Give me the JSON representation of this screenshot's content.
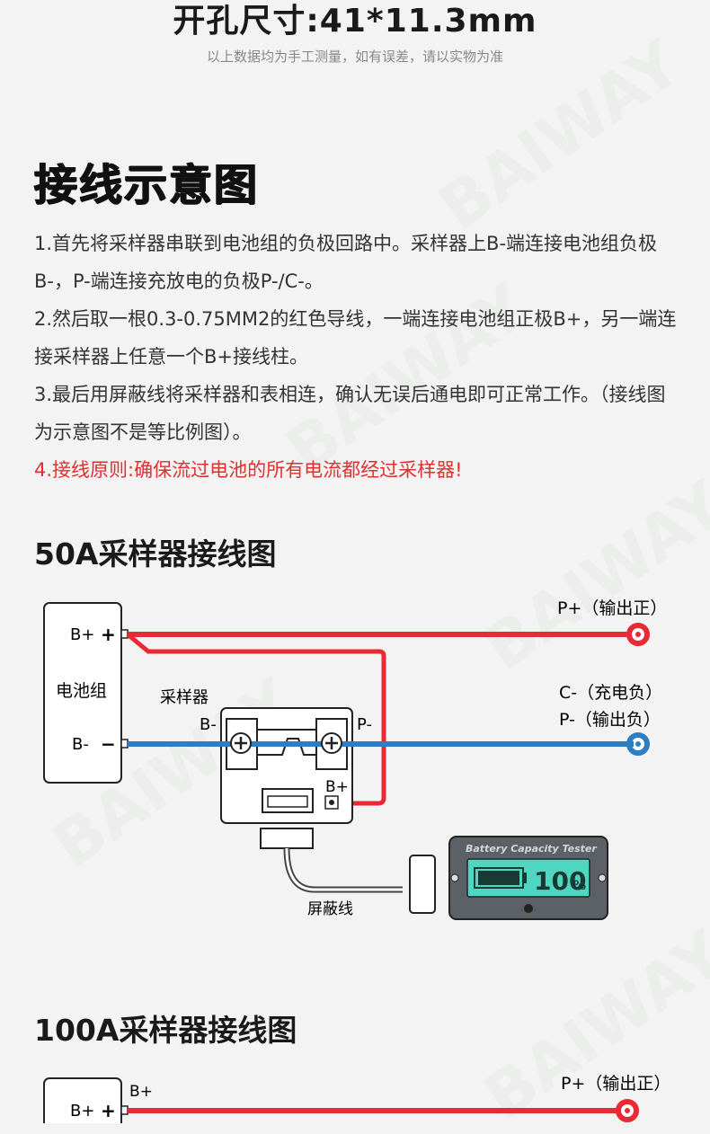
{
  "header": {
    "size_title": "开孔尺寸:41*11.3mm",
    "size_note": "以上数据均为手工测量，如有误差，请以实物为准"
  },
  "section": {
    "title": "接线示意图",
    "instructions": [
      "1.首先将采样器串联到电池组的负极回路中。采样器上B-端连接电池组负极B-，P-端连接充放电的负极P-/C-。",
      "2.然后取一根0.3-0.75MM2的红色导线，一端连接电池组正极B+，另一端连接采样器上任意一个B+接线柱。",
      "3.最后用屏蔽线将采样器和表相连，确认无误后通电即可正常工作。（接线图为示意图不是等比例图）。",
      "4.接线原则:确保流过电池的所有电流都经过采样器!"
    ]
  },
  "watermark": "BAIWAY",
  "diagram50": {
    "title": "50A采样器接线图",
    "battery_bplus": "B+",
    "battery_plus_sign": "+",
    "battery_label": "电池组",
    "battery_bminus": "B-",
    "battery_minus_sign": "−",
    "sampler_label": "采样器",
    "sampler_bminus": "B-",
    "sampler_pminus": "P-",
    "sampler_bplus": "B+",
    "out_positive": "P+（输出正）",
    "charge_negative": "C-（充电负）",
    "out_negative": "P-（输出负）",
    "shield_label": "屏蔽线",
    "meter_title": "Battery Capacity Tester",
    "meter_value": "100",
    "meter_unit": "%",
    "colors": {
      "positive_wire": "#e82a35",
      "negative_wire": "#2d7ec4",
      "meter_screen": "#4fd6c0"
    }
  },
  "diagram100": {
    "title": "100A采样器接线图",
    "battery_bplus": "B+",
    "battery_plus_sign": "+",
    "wire_bplus": "B+",
    "out_positive": "P+（输出正）"
  }
}
